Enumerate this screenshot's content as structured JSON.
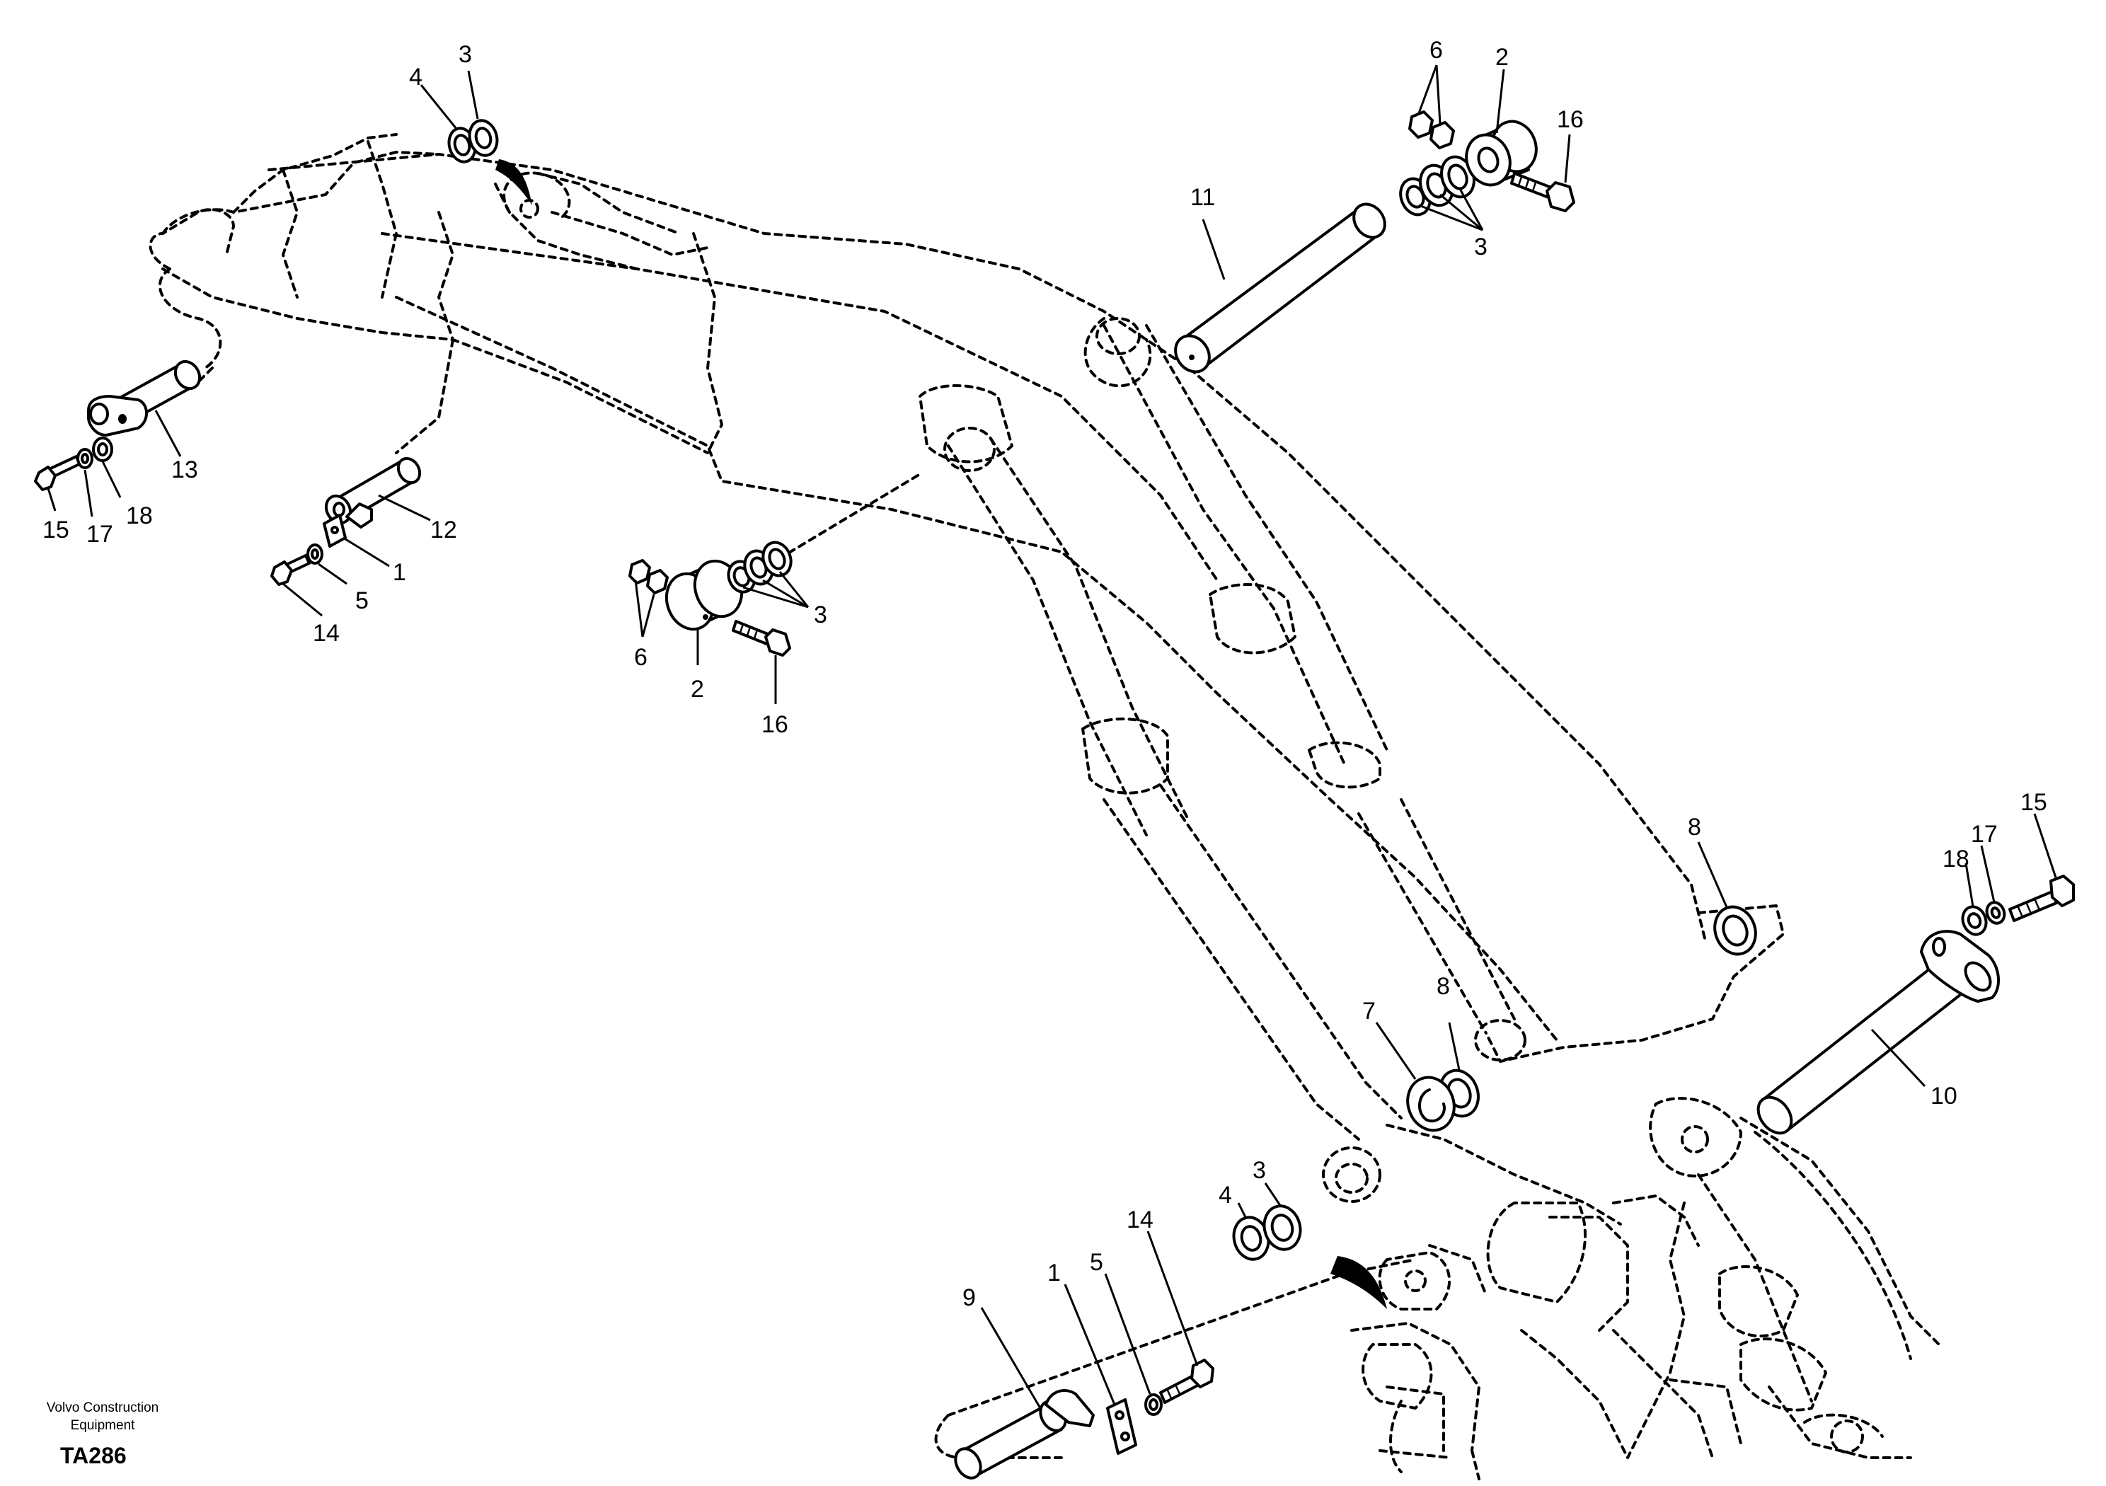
{
  "callouts": {
    "c1a": "1",
    "c1b": "1",
    "c2a": "2",
    "c2b": "2",
    "c3a": "3",
    "c3b": "3",
    "c3c": "3",
    "c3d": "3",
    "c4a": "4",
    "c4b": "4",
    "c5a": "5",
    "c5b": "5",
    "c6a": "6",
    "c6b": "6",
    "c7": "7",
    "c8a": "8",
    "c8b": "8",
    "c9": "9",
    "c10": "10",
    "c11": "11",
    "c12": "12",
    "c13": "13",
    "c14a": "14",
    "c14b": "14",
    "c15a": "15",
    "c15b": "15",
    "c16a": "16",
    "c16b": "16",
    "c17a": "17",
    "c17b": "17",
    "c18a": "18",
    "c18b": "18"
  },
  "footer": {
    "brand_line1": "Volvo Construction",
    "brand_line2": "Equipment",
    "drawing_code": "TA286"
  }
}
